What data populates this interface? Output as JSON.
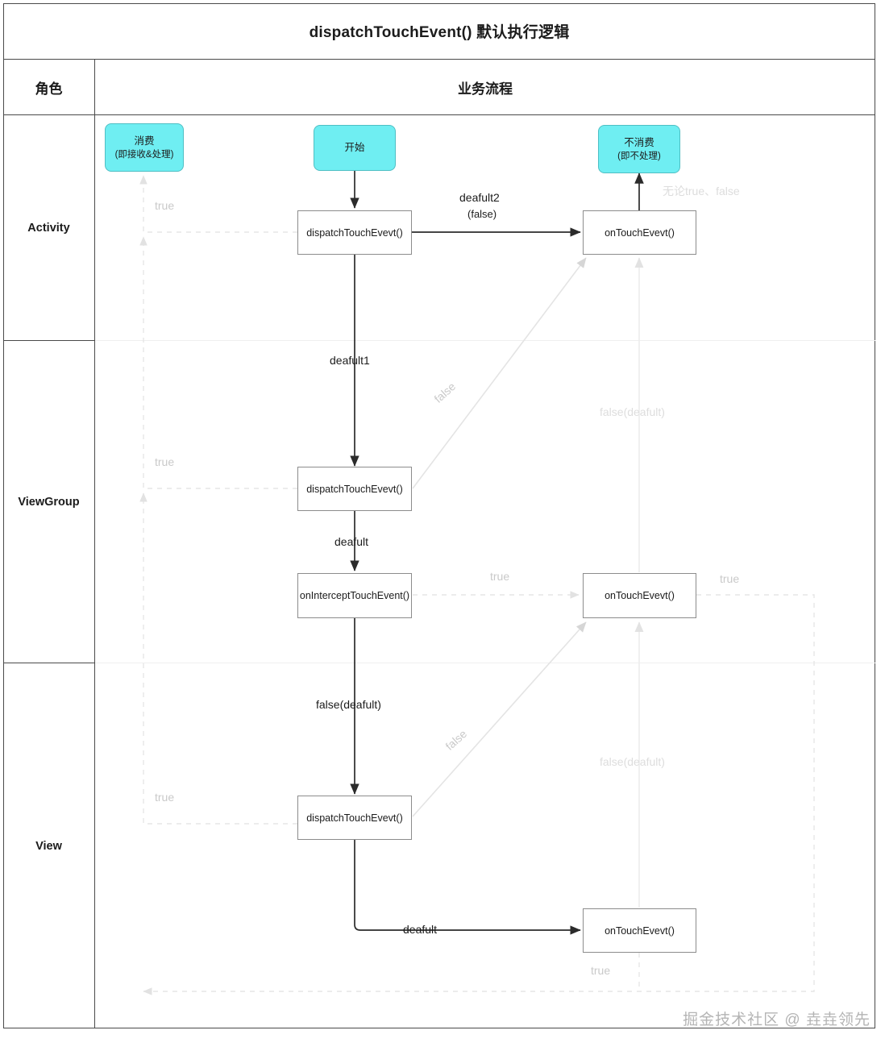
{
  "title": "dispatchTouchEvent() 默认执行逻辑",
  "table": {
    "header_role": "角色",
    "header_flow": "业务流程",
    "roles": [
      "Activity",
      "ViewGroup",
      "View"
    ]
  },
  "terminals": [
    {
      "id": "consume",
      "line1": "消费",
      "line2": "(即接收&处理)"
    },
    {
      "id": "start",
      "line1": "开始",
      "line2": ""
    },
    {
      "id": "not-consume",
      "line1": "不消费",
      "line2": "(即不处理)"
    }
  ],
  "nodes": {
    "activity_dispatch": "dispatchTouchEvevt()",
    "activity_ontouch": "onTouchEvevt()",
    "viewgroup_dispatch": "dispatchTouchEvevt()",
    "viewgroup_onintercept": "onInterceptTouchEvent()",
    "viewgroup_ontouch": "onTouchEvevt()",
    "view_dispatch": "dispatchTouchEvevt()",
    "view_ontouch": "onTouchEvevt()"
  },
  "labels": {
    "deafult2": "deafult2",
    "deafult2_sub": "(false)",
    "deafult1": "deafult1",
    "deafult": "deafult",
    "false_deafult": "false(deafult)",
    "view_deafult": "deafult",
    "true_activity": "true",
    "true_viewgroup": "true",
    "true_view": "true",
    "true_intercept": "true",
    "true_vg_right": "true",
    "true_bottom": "true",
    "false_diag_vg": "false",
    "false_diag_view": "false",
    "no_matter": "无论true、false",
    "false_deafult_up1": "false(deafult)",
    "false_deafult_up2": "false(deafult)"
  },
  "watermark": "掘金技术社区 @ 垚垚领先",
  "colors": {
    "terminal_fill": "#6FEEF2",
    "terminal_stroke": "#4fbfc4",
    "node_stroke": "#8c8c8c",
    "frame_stroke": "#4a4a4a",
    "faint": "#c9c9c9",
    "text": "#1b1b1b"
  }
}
